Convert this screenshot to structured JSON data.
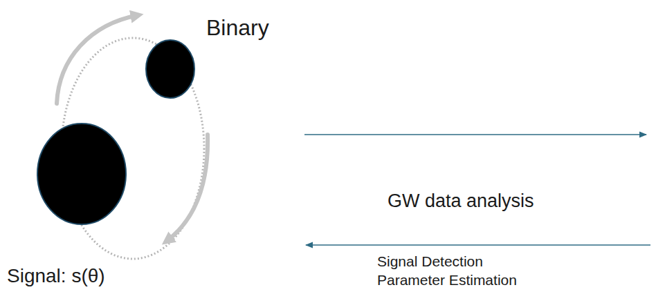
{
  "diagram": {
    "labels": [
      "Binary",
      "Signal: s(θ)",
      "GW data analysis",
      "Signal Detection",
      "Parameter Estimation"
    ]
  }
}
